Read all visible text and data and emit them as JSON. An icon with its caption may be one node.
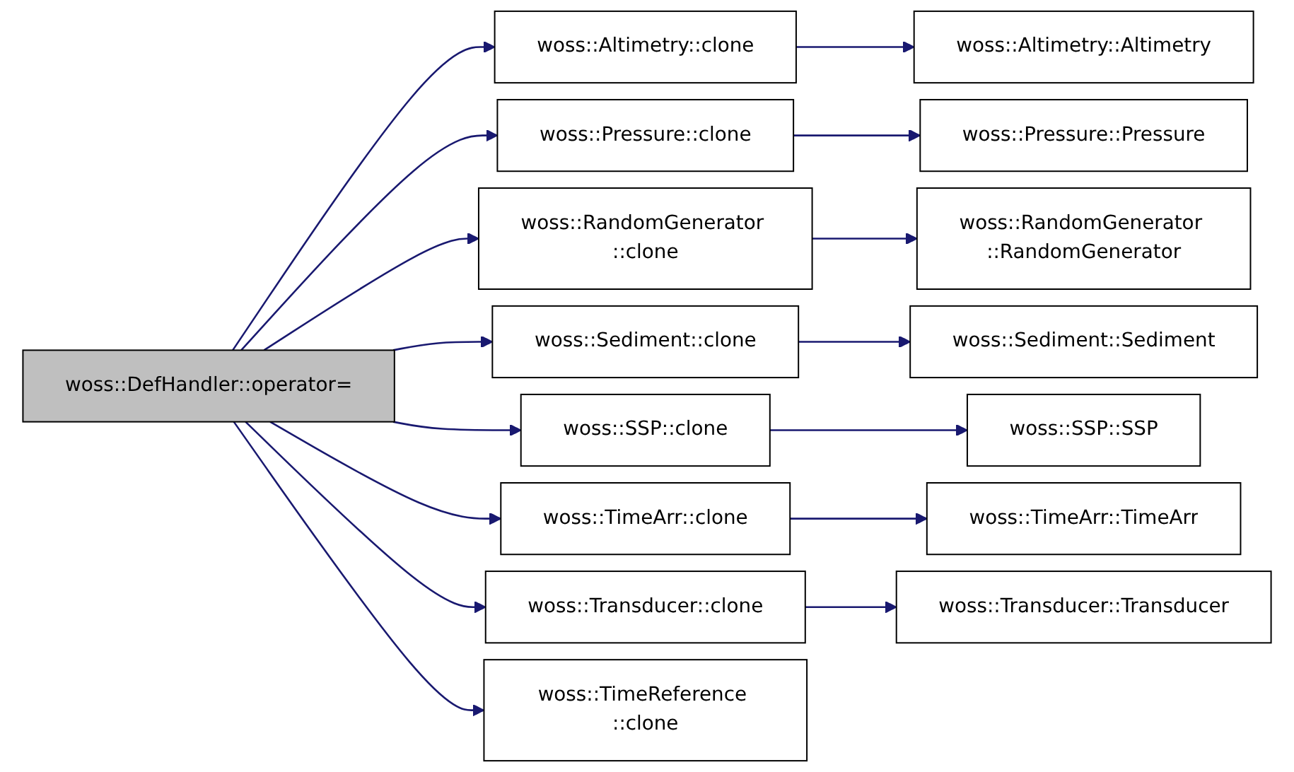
{
  "diagram": {
    "nodes": [
      {
        "text": [
          "woss::DefHandler::operator="
        ]
      },
      {
        "text": [
          "woss::Altimetry::clone"
        ]
      },
      {
        "text": [
          "woss::Altimetry::Altimetry"
        ]
      },
      {
        "text": [
          "woss::Pressure::clone"
        ]
      },
      {
        "text": [
          "woss::Pressure::Pressure"
        ]
      },
      {
        "text": [
          "woss::RandomGenerator ::clone"
        ]
      },
      {
        "text": [
          "woss::RandomGenerator ::RandomGenerator"
        ]
      },
      {
        "text": [
          "woss::Sediment::clone"
        ]
      },
      {
        "text": [
          "woss::Sediment::Sediment"
        ]
      },
      {
        "text": [
          "woss::SSP::clone"
        ]
      },
      {
        "text": [
          "woss::SSP::SSP"
        ]
      },
      {
        "text": [
          "woss::TimeArr::clone"
        ]
      },
      {
        "text": [
          "woss::TimeArr::TimeArr"
        ]
      },
      {
        "text": [
          "woss::Transducer::clone"
        ]
      },
      {
        "text": [
          "woss::Transducer::Transducer"
        ]
      },
      {
        "text": [
          "woss::TimeReference ::clone"
        ]
      }
    ],
    "edges": [
      {
        "from": 0,
        "to": 1,
        "arrow": "to"
      },
      {
        "from": 0,
        "to": 3,
        "arrow": "to"
      },
      {
        "from": 0,
        "to": 5,
        "arrow": "to"
      },
      {
        "from": 0,
        "to": 7,
        "arrow": "to"
      },
      {
        "from": 0,
        "to": 9,
        "arrow": "to"
      },
      {
        "from": 0,
        "to": 11,
        "arrow": "to"
      },
      {
        "from": 0,
        "to": 13,
        "arrow": "to"
      },
      {
        "from": 0,
        "to": 15,
        "arrow": "to"
      },
      {
        "from": 1,
        "to": 2,
        "arrow": "to"
      },
      {
        "from": 3,
        "to": 4,
        "arrow": "to"
      },
      {
        "from": 5,
        "to": 6,
        "arrow": "to"
      },
      {
        "from": 7,
        "to": 8,
        "arrow": "to"
      },
      {
        "from": 9,
        "to": 10,
        "arrow": "to"
      },
      {
        "from": 11,
        "to": 12,
        "arrow": "to"
      },
      {
        "from": 13,
        "to": 14,
        "arrow": "to"
      }
    ]
  }
}
